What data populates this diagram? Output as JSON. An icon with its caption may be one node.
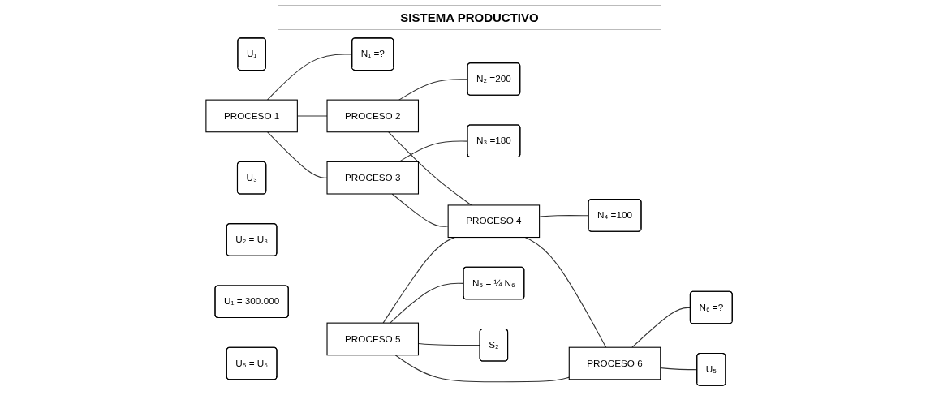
{
  "diagram": {
    "title": "SISTEMA PRODUCTIVO",
    "nodes": [
      {
        "text": [
          "U₁"
        ]
      },
      {
        "text": [
          "PROCESO 1"
        ]
      },
      {
        "text": [
          "N₁ =?"
        ]
      },
      {
        "text": [
          "PROCESO 2"
        ]
      },
      {
        "text": [
          "N₂ =200"
        ]
      },
      {
        "text": [
          "U₃"
        ]
      },
      {
        "text": [
          "PROCESO 3"
        ]
      },
      {
        "text": [
          "N₃ =180"
        ]
      },
      {
        "text": [
          "U₂ = U₃"
        ]
      },
      {
        "text": [
          "U₁ = 300.000"
        ]
      },
      {
        "text": [
          "U₅ = U₆"
        ]
      },
      {
        "text": [
          "PROCESO 4"
        ]
      },
      {
        "text": [
          "N₄ =100"
        ]
      },
      {
        "text": [
          "PROCESO 5"
        ]
      },
      {
        "text": [
          "N₅ = ¼ N₆"
        ]
      },
      {
        "text": [
          "PROCESO 6"
        ]
      },
      {
        "text": [
          "N₆ =?"
        ]
      },
      {
        "text": [
          "U₅"
        ]
      },
      {
        "text": [
          "S₂"
        ]
      }
    ],
    "edges": [
      {
        "from": 1,
        "to": 3,
        "arrow": "none"
      },
      {
        "from": 1,
        "to": 6,
        "arrow": "none"
      },
      {
        "from": 1,
        "to": 2,
        "arrow": "none"
      },
      {
        "from": 3,
        "to": 4,
        "arrow": "none"
      },
      {
        "from": 6,
        "to": 7,
        "arrow": "none"
      },
      {
        "from": 3,
        "to": 11,
        "arrow": "none"
      },
      {
        "from": 6,
        "to": 11,
        "arrow": "none"
      },
      {
        "from": 11,
        "to": 15,
        "arrow": "none"
      },
      {
        "from": 13,
        "to": 11,
        "arrow": "none"
      },
      {
        "from": 13,
        "to": 15,
        "arrow": "none"
      },
      {
        "from": 11,
        "to": 12,
        "arrow": "none"
      },
      {
        "from": 15,
        "to": 16,
        "arrow": "none"
      },
      {
        "from": 15,
        "to": 17,
        "arrow": "none"
      },
      {
        "from": 13,
        "to": 18,
        "arrow": "none"
      },
      {
        "from": 13,
        "to": 14,
        "arrow": "none"
      }
    ]
  }
}
